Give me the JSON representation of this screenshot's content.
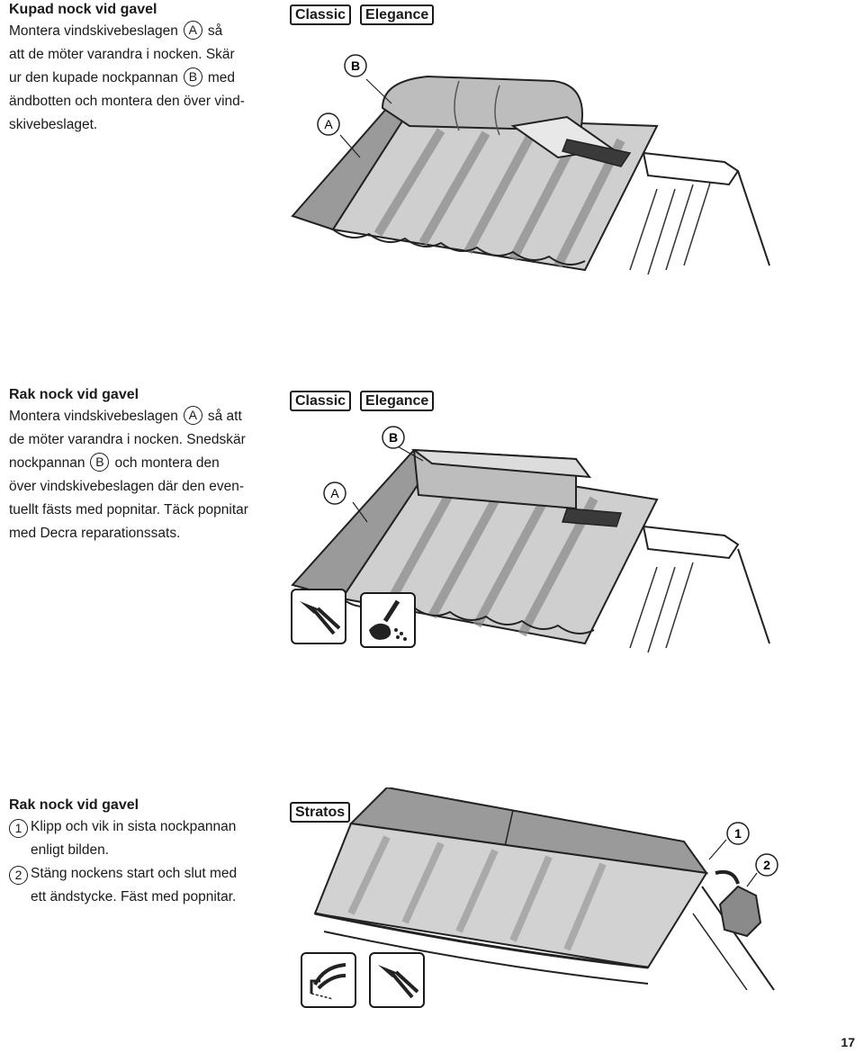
{
  "section1": {
    "heading": "Kupad nock vid gavel",
    "l1a": "Montera vindskivebeslagen",
    "l1_ref": "A",
    "l1b": "så",
    "l2": "att de möter varandra i nocken. Skär",
    "l3a": "ur den kupade nockpannan",
    "l3_ref": "B",
    "l3b": "med",
    "l4": "ändbotten och montera den över vind-",
    "l5": "skivebeslaget.",
    "tags": [
      "Classic",
      "Elegance"
    ],
    "callouts": [
      "A",
      "B"
    ]
  },
  "section2": {
    "heading": "Rak nock vid gavel",
    "l1a": "Montera vindskivebeslagen",
    "l1_ref": "A",
    "l1b": "så att",
    "l2": "de möter varandra i nocken. Snedskär",
    "l3a": "nockpannan",
    "l3_ref": "B",
    "l3b": "och montera den",
    "l4": "över vindskivebeslagen där den even-",
    "l5": "tuellt fästs med popnitar. Täck popnitar",
    "l6": "med Decra reparationssats.",
    "tags": [
      "Classic",
      "Elegance"
    ],
    "callouts": [
      "A",
      "B"
    ],
    "tool_icons": [
      "rivet-gun-icon",
      "repair-kit-icon"
    ]
  },
  "section3": {
    "heading": "Rak nock vid gavel",
    "items": [
      {
        "num": "1",
        "line1": "Klipp och vik in sista nockpannan",
        "line2": "enligt bilden."
      },
      {
        "num": "2",
        "line1": "Stäng nockens start och slut med",
        "line2": "ett ändstycke. Fäst med popnitar."
      }
    ],
    "tags": [
      "Stratos"
    ],
    "callouts": [
      "1",
      "2"
    ],
    "tool_icons": [
      "crimping-pliers-icon",
      "rivet-gun-icon"
    ]
  },
  "page_number": "17"
}
